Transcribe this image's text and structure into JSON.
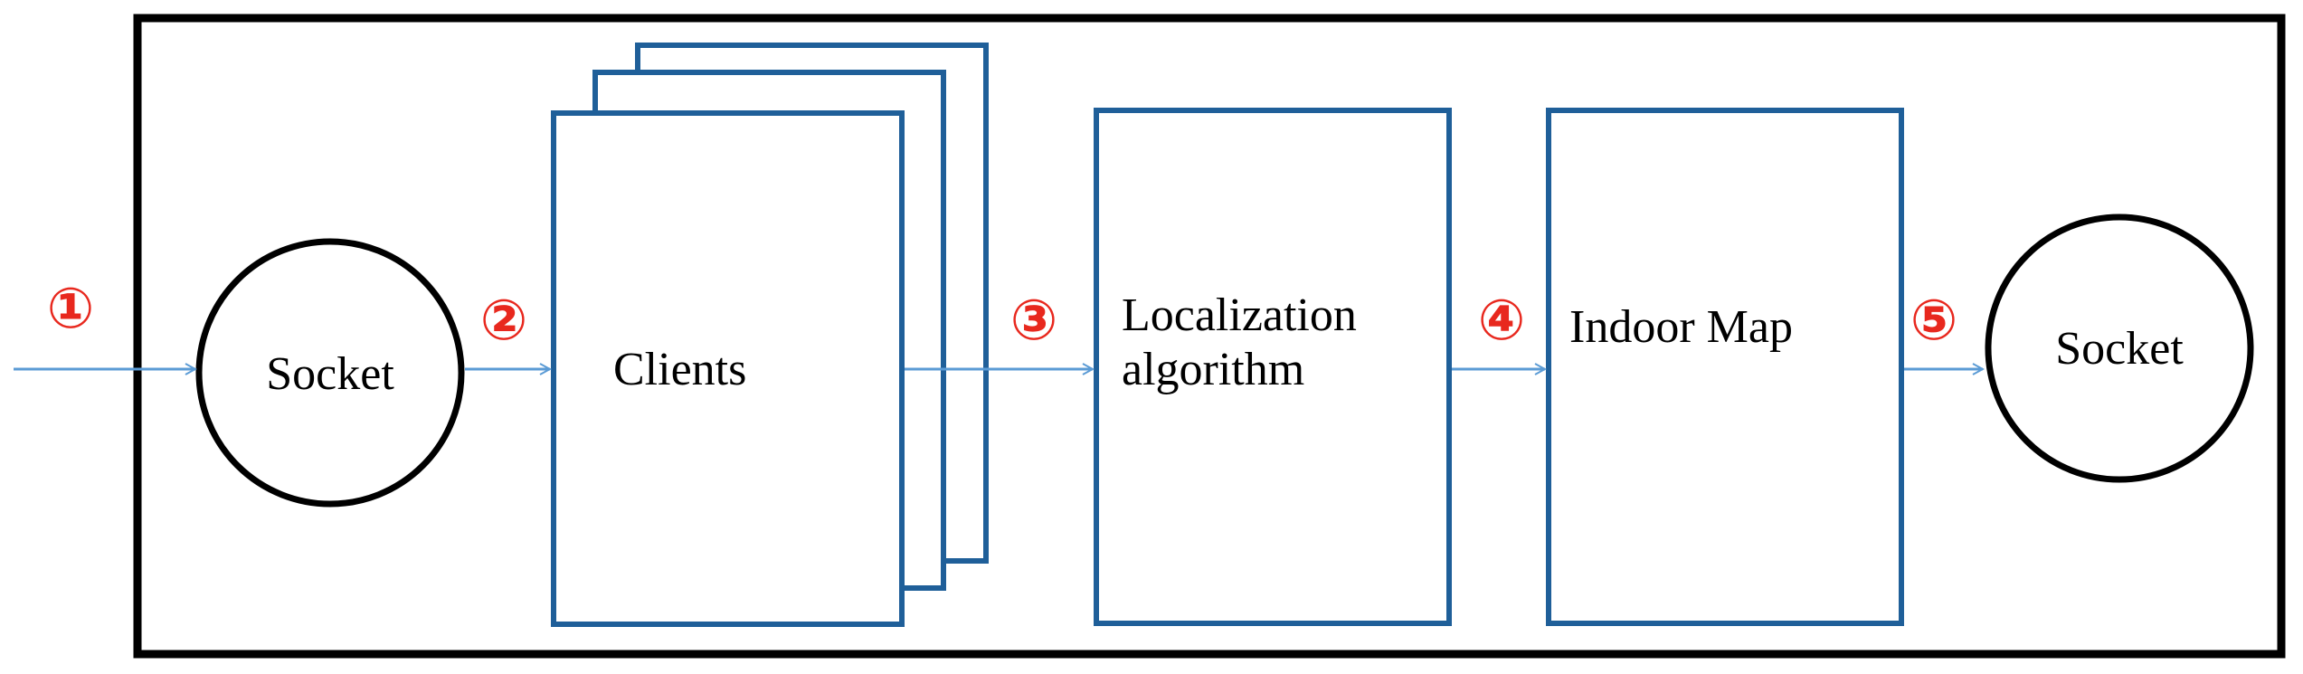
{
  "diagram": {
    "nodes": {
      "socket_in": {
        "label": "Socket"
      },
      "clients": {
        "label": "Clients"
      },
      "localization": {
        "lines": [
          "Localization",
          "algorithm"
        ]
      },
      "indoor_map": {
        "label": "Indoor Map"
      },
      "socket_out": {
        "label": "Socket"
      }
    },
    "steps": [
      "①",
      "②",
      "③",
      "④",
      "⑤"
    ]
  },
  "colors": {
    "box_stroke": "#1f5f99",
    "arrow": "#5b9bd5",
    "step": "#e8281e",
    "frame": "#000000"
  }
}
